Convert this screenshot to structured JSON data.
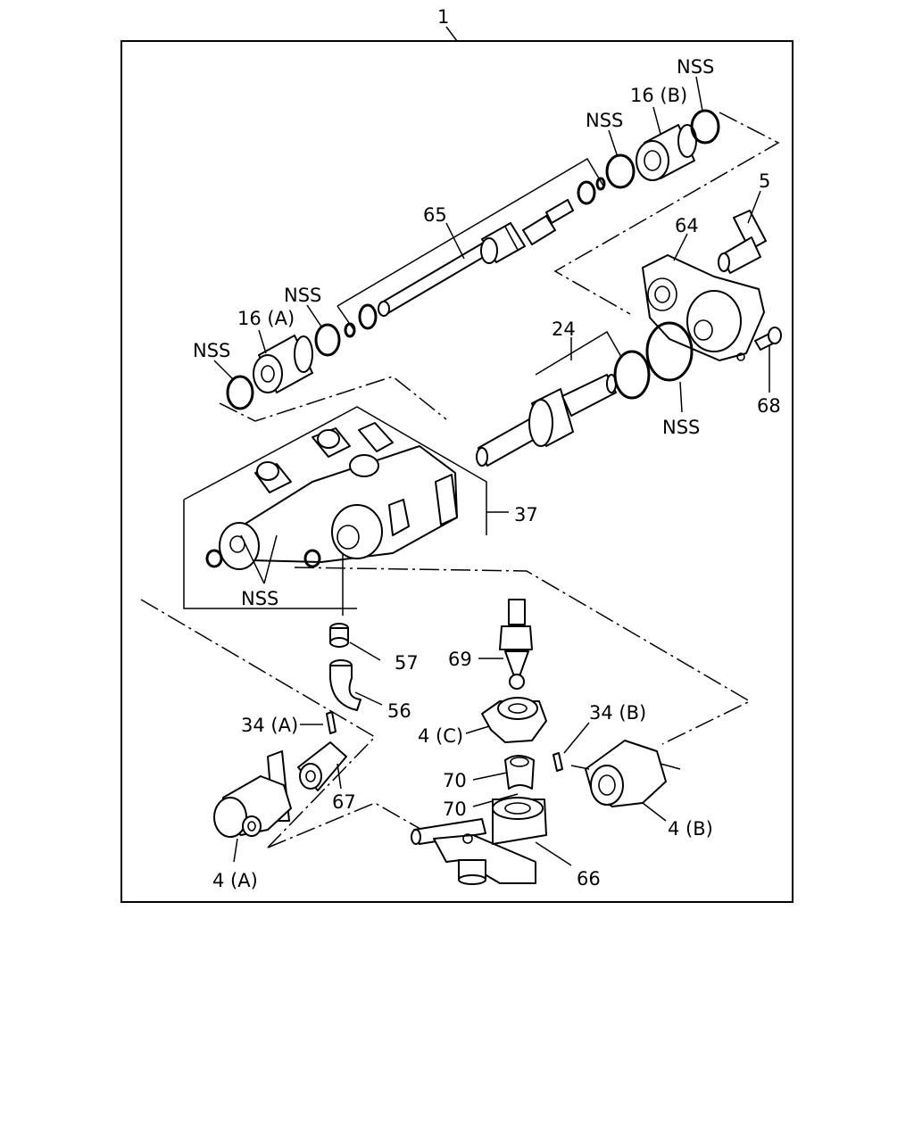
{
  "diagram": {
    "labels": {
      "assy": "1",
      "p5": "5",
      "p16b": "16 (B)",
      "p16a": "16 (A)",
      "p24": "24",
      "p37": "37",
      "p56": "56",
      "p57": "57",
      "p64": "64",
      "p65": "65",
      "p66": "66",
      "p67": "67",
      "p68": "68",
      "p69": "69",
      "p70a": "70",
      "p70b": "70",
      "p4a": "4 (A)",
      "p4b": "4 (B)",
      "p4c": "4 (C)",
      "p34a": "34 (A)",
      "p34b": "34 (B)",
      "nss1": "NSS",
      "nss2": "NSS",
      "nss3": "NSS",
      "nss4": "NSS",
      "nss5": "NSS",
      "nss6": "NSS"
    }
  }
}
